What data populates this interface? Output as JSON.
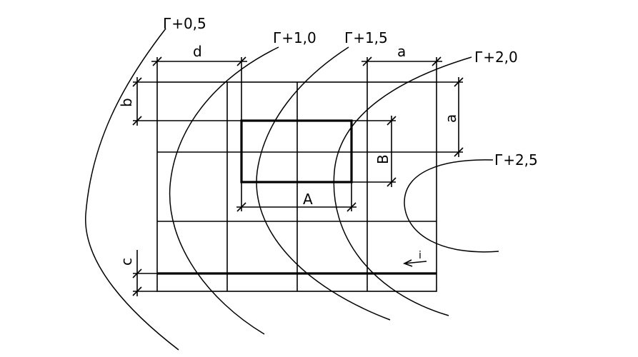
{
  "contours": [
    {
      "id": "c05",
      "label": "Г+0,5"
    },
    {
      "id": "c10",
      "label": "Г+1,0"
    },
    {
      "id": "c15",
      "label": "Г+1,5"
    },
    {
      "id": "c20",
      "label": "Г+2,0"
    },
    {
      "id": "c25",
      "label": "Г+2,5"
    }
  ],
  "dimensions": {
    "d": "d",
    "a_top": "a",
    "b": "b",
    "a_right": "a",
    "B": "B",
    "A": "A",
    "c": "c"
  },
  "slope_label": "i"
}
